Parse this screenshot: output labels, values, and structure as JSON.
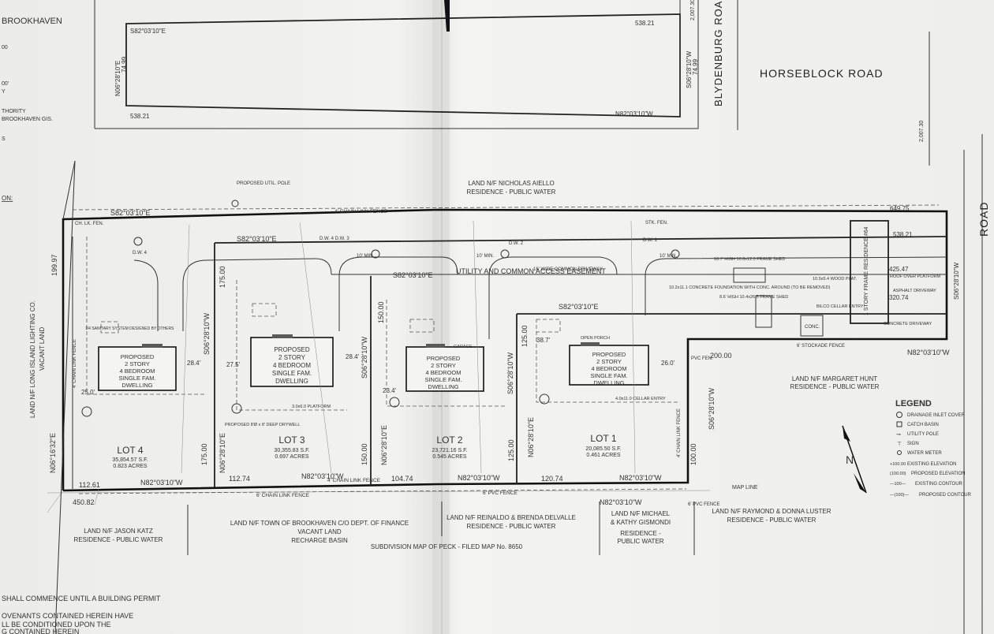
{
  "roads": {
    "horseblock": "HORSEBLOCK ROAD",
    "blydenburg": "BLYDENBURG ROAD",
    "right_road": "ROAD"
  },
  "left_margin": {
    "title": "BROOKHAVEN",
    "lines": [
      "00",
      "00'",
      "Y",
      "THORITY",
      "BROOKHAVEN GIS.",
      "S",
      "ON:"
    ]
  },
  "top_parcel": {
    "north_bearing": "S82°03'10\"E",
    "north_dist": "538.21",
    "south_bearing": "N82°03'10\"W",
    "south_dist": "538.21",
    "west_bearing": "N06°28'10\"E",
    "west_dist": "74.99",
    "east_bearing": "S06°28'10\"W",
    "east_dist": "74.99",
    "corner_dist": "2,007.30"
  },
  "neighbors": {
    "north": {
      "name": "LAND N/F NICHOLAS AIELLO",
      "use": "RESIDENCE - PUBLIC WATER"
    },
    "west": {
      "name": "LAND N/F LONG ISLAND LIGHTING CO.",
      "use": "VACANT LAND"
    },
    "east": {
      "name": "LAND N/F MARGARET HUNT",
      "use": "RESIDENCE - PUBLIC WATER"
    },
    "south1": {
      "name": "LAND N/F JASON KATZ",
      "use": "RESIDENCE - PUBLIC WATER"
    },
    "south2": {
      "name": "LAND N/F TOWN OF BROOKHAVEN C/O DEPT. OF FINANCE",
      "use1": "VACANT LAND",
      "use2": "RECHARGE BASIN"
    },
    "south3": {
      "name": "LAND N/F REINALDO & BRENDA DELVALLE",
      "use": "RESIDENCE - PUBLIC WATER"
    },
    "south4": {
      "name1": "LAND N/F MICHAEL",
      "name2": "& KATHY GISMONDI",
      "use1": "RESIDENCE -",
      "use2": "PUBLIC WATER"
    },
    "south5": {
      "name": "LAND N/F RAYMOND & DONNA LUSTER",
      "use": "RESIDENCE - PUBLIC WATER"
    },
    "subdivision": "SUBDIVISION MAP OF PECK - FILED MAP No. 8650"
  },
  "boundaries": {
    "north_main": "S82°03'10\"E",
    "north_inner": "S82°03'10\"E",
    "mid1": "S82°03'10\"E",
    "mid2": "S82°03'10\"E",
    "south1": "N82°03'10\"W",
    "south2": "N82°03'10\"W",
    "south3": "N82°03'10\"W",
    "south4": "N82°03'10\"W",
    "south5": "N82°03'10\"W",
    "east_short": "N82°03'10\"W",
    "west_main": "N06°16'32\"E",
    "west_dist": "199.97",
    "d_450": "450.82",
    "d_112_61": "112.61",
    "d_112_74": "112.74",
    "d_104_74": "104.74",
    "d_120_74": "120.74",
    "d_175_a": "175.00",
    "d_175_b": "175.00",
    "d_150_a": "150.00",
    "d_150_b": "150.00",
    "d_125_a": "125.00",
    "d_125_b": "125.00",
    "d_100": "100.00",
    "d_200": "200.00",
    "d_649": "649.75",
    "d_538": "538.21",
    "d_425": "425.47",
    "d_320": "320.74",
    "b_s06_1": "S06°28'10\"W",
    "b_s06_2": "S06°28'10\"W",
    "b_s06_3": "S06°28'10\"W",
    "b_s06_4": "S06°28'10\"W",
    "b_n06_1": "N06°28'10\"E",
    "b_n06_2": "N06°28'10\"E",
    "b_n06_3": "N06°28'10\"E",
    "b_road": "S06°28'10\"W"
  },
  "easement": "UTILITY AND COMMON ACCESS EASEMENT",
  "driveway": "16' WIDE COMMON DRIVEWAY",
  "fences": {
    "chain_north": "4' CHAIN LINK FENCE",
    "chain_south": "6' CHAIN LINK FENCE",
    "chain_south2": "4' CHAIN LINK FENCE",
    "pvc1": "6' PVC FENCE",
    "pvc2": "6' PVC FENCE",
    "map_line": "MAP LINE",
    "stockade": "6' STOCKADE FENCE",
    "chain_west": "4' CHAIN LINK FENCE",
    "chain_east": "4' CHAIN LINK FENCE"
  },
  "houses": [
    {
      "l1": "PROPOSED",
      "l2": "2 STORY",
      "l3": "4 BEDROOM",
      "l4": "SINGLE FAM.",
      "l5": "DWELLING"
    },
    {
      "l1": "PROPOSED",
      "l2": "2 STORY",
      "l3": "4 BEDROOM",
      "l4": "SINGLE FAM.",
      "l5": "DWELLING"
    },
    {
      "l1": "PROPOSED",
      "l2": "2 STORY",
      "l3": "4 BEDROOM",
      "l4": "SINGLE FAM.",
      "l5": "DWELLING"
    },
    {
      "l1": "PROPOSED",
      "l2": "2 STORY",
      "l3": "4 BEDROOM",
      "l4": "SINGLE FAM.",
      "l5": "DWELLING"
    }
  ],
  "lots": [
    {
      "name": "LOT 4",
      "area_sf": "35,854.57 S.F.",
      "acres": "0.823 ACRES"
    },
    {
      "name": "LOT 3",
      "area_sf": "30,355.83 S.F.",
      "acres": "0.697 ACRES"
    },
    {
      "name": "LOT 2",
      "area_sf": "23,721.16 S.F.",
      "acres": "0.545 ACRES"
    },
    {
      "name": "LOT 1",
      "area_sf": "20,085.50 S.F.",
      "acres": "0.461 ACRES"
    }
  ],
  "callouts": {
    "util_pole": "PROPOSED UTIL. POLE",
    "dw4": "D.W. 4",
    "dw3": "D.W. 4  D.W. 3",
    "dw2": "D.W. 2",
    "dw1": "D.W. 1",
    "ten_min_1": "10' MIN.",
    "ten_min_2": "10' MIN.",
    "ten_min_3": "10' MIN.",
    "conc_foundation": "10.2x11.1 CONCRETE FOUNDATION WITH CONC. AROUND (TO BE REMOVED)",
    "frame_shed1": "10.7' HIGH 10.8x12.0 FRAME SHED",
    "frame_shed2": "8.6' HIGH 10.4x26.5 FRAME SHED",
    "wood_plat": "10.5x5.4 WOOD PLAT.",
    "bilco": "BILCO CELLAR ENTRY",
    "roof_plat": "ROOF OVER PLATFORM",
    "conc_driveway": "CONCRETE DRIVEWAY",
    "story_frame": "1 STORY FRAME RESIDENCE #64",
    "asphalt": "ASPHALT DRIVEWAY",
    "conc": "CONC.",
    "stk_fen": "STK. FEN.",
    "pvc_fen": "PVC FEN.",
    "ch_lk_fen": "CH. LK. FEN.",
    "garage": "GARAGE",
    "open_porch": "OPEN PORCH",
    "platform": "3.0x6.0 PLATFORM",
    "cellar": "4.0x11.0 CELLAR ENTRY",
    "drywell": "PROPOSED 8'Ø x 8' DEEP DRYWELL",
    "sanitary": "1/4 SANITARY SYSTEM DESIGNED BY OTHERS",
    "num_26": "26.0'",
    "num_28": "28.4'",
    "num_27": "27.5'",
    "num_23": "23.4'",
    "num_38": "38.7'",
    "num_25": "25.0'",
    "num_28b": "28.4'"
  },
  "legend": {
    "title": "LEGEND",
    "items": [
      "DRAINAGE INLET COVER",
      "CATCH BASIN",
      "UTILITY POLE",
      "SIGN",
      "WATER METER",
      "EXISTING ELEVATION",
      "PROPOSED ELEVATION",
      "EXISTING CONTOUR",
      "PROPOSED CONTOUR"
    ],
    "samples": [
      "",
      "",
      "",
      "",
      "",
      "+100.00",
      "(100.00)",
      "—100—",
      "—(100)—"
    ]
  },
  "notes": [
    "SHALL COMMENCE UNTIL A BUILDING PERMIT",
    "OVENANTS CONTAINED HEREIN HAVE",
    "LL BE CONDITIONED UPON THE",
    "G CONTAINED HEREIN"
  ]
}
